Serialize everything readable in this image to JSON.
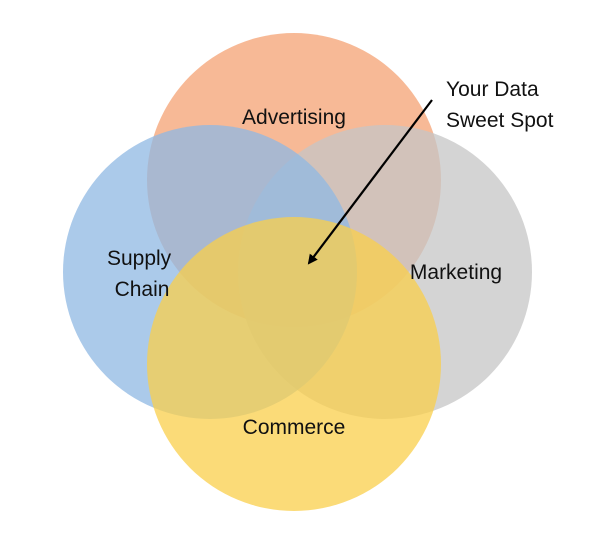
{
  "sets": [
    {
      "id": "advertising",
      "lines": [
        "Advertising"
      ],
      "color": "#F4A173"
    },
    {
      "id": "supply-chain",
      "lines": [
        "Supply",
        "Chain"
      ],
      "color": "#8FB8E3"
    },
    {
      "id": "marketing",
      "lines": [
        "Marketing"
      ],
      "color": "#C6C6C6"
    },
    {
      "id": "commerce",
      "lines": [
        "Commerce"
      ],
      "color": "#F9CF4B"
    }
  ],
  "callout": {
    "lines": [
      "Your Data",
      "Sweet Spot"
    ],
    "text_color": "#111111",
    "arrow_color": "#000000"
  }
}
